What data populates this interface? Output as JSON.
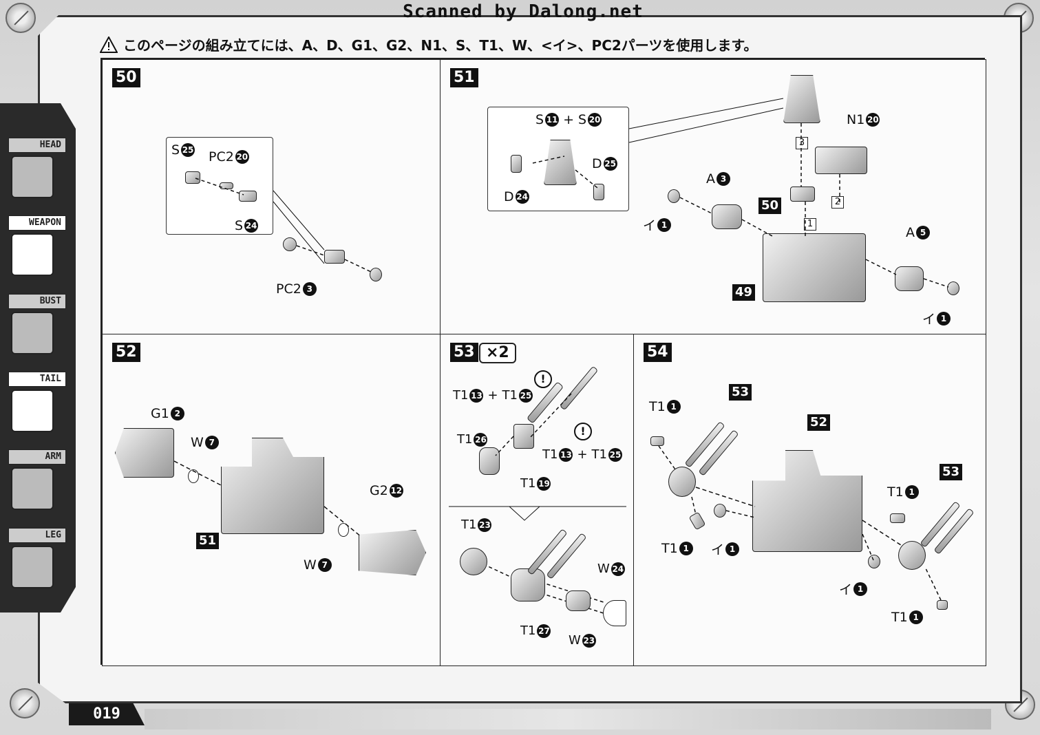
{
  "banner": "Scanned by Dalong.net",
  "warning": "このページの組み立てには、A、D、G1、G2、N1、S、T1、W、<イ>、PC2パーツを使用します。",
  "page_number": "019",
  "sidebar": {
    "tabs": [
      {
        "label": "HEAD"
      },
      {
        "label": "WEAPON"
      },
      {
        "label": "BUST"
      },
      {
        "label": "TAIL"
      },
      {
        "label": "ARM"
      },
      {
        "label": "LEG"
      }
    ]
  },
  "steps": {
    "s50": {
      "number": "50",
      "labels": {
        "a": {
          "part": "S",
          "num": "25"
        },
        "b": {
          "part": "PC2",
          "num": "20"
        },
        "c": {
          "part": "S",
          "num": "24"
        },
        "d": {
          "part": "PC2",
          "num": "3"
        }
      }
    },
    "s51": {
      "number": "51",
      "inset": {
        "p1": "S",
        "n1": "11",
        "plus": "+",
        "p2": "S",
        "n2": "20",
        "d1": "D",
        "dn1": "25",
        "d2": "D",
        "dn2": "24"
      },
      "labels": {
        "n1": {
          "part": "N1",
          "num": "20"
        },
        "a3": {
          "part": "A",
          "num": "3"
        },
        "i1a": {
          "part": "イ",
          "num": "1"
        },
        "a5": {
          "part": "A",
          "num": "5"
        },
        "i1b": {
          "part": "イ",
          "num": "1"
        }
      },
      "refs": {
        "r50": "50",
        "r49": "49"
      },
      "seq": {
        "s1": "1",
        "s2": "2",
        "s3": "3"
      }
    },
    "s52": {
      "number": "52",
      "labels": {
        "g1": {
          "part": "G1",
          "num": "2"
        },
        "w7a": {
          "part": "W",
          "num": "7"
        },
        "g2": {
          "part": "G2",
          "num": "12"
        },
        "w7b": {
          "part": "W",
          "num": "7"
        }
      },
      "refs": {
        "r51": "51"
      }
    },
    "s53": {
      "number": "53",
      "times": "×2",
      "labels": {
        "combo1": {
          "p1": "T1",
          "n1": "13",
          "plus": "+",
          "p2": "T1",
          "n2": "25"
        },
        "t126": {
          "part": "T1",
          "num": "26"
        },
        "combo2": {
          "p1": "T1",
          "n1": "13",
          "plus": "+",
          "p2": "T1",
          "n2": "25"
        },
        "t119": {
          "part": "T1",
          "num": "19"
        },
        "t123": {
          "part": "T1",
          "num": "23"
        },
        "w24": {
          "part": "W",
          "num": "24"
        },
        "t127": {
          "part": "T1",
          "num": "27"
        },
        "w23": {
          "part": "W",
          "num": "23"
        }
      },
      "caution": "!"
    },
    "s54": {
      "number": "54",
      "labels": {
        "t1a": {
          "part": "T1",
          "num": "1"
        },
        "t1b": {
          "part": "T1",
          "num": "1"
        },
        "i1a": {
          "part": "イ",
          "num": "1"
        },
        "t1c": {
          "part": "T1",
          "num": "1"
        },
        "i1b": {
          "part": "イ",
          "num": "1"
        },
        "t1d": {
          "part": "T1",
          "num": "1"
        }
      },
      "refs": {
        "r53a": "53",
        "r52": "52",
        "r53b": "53"
      }
    }
  }
}
